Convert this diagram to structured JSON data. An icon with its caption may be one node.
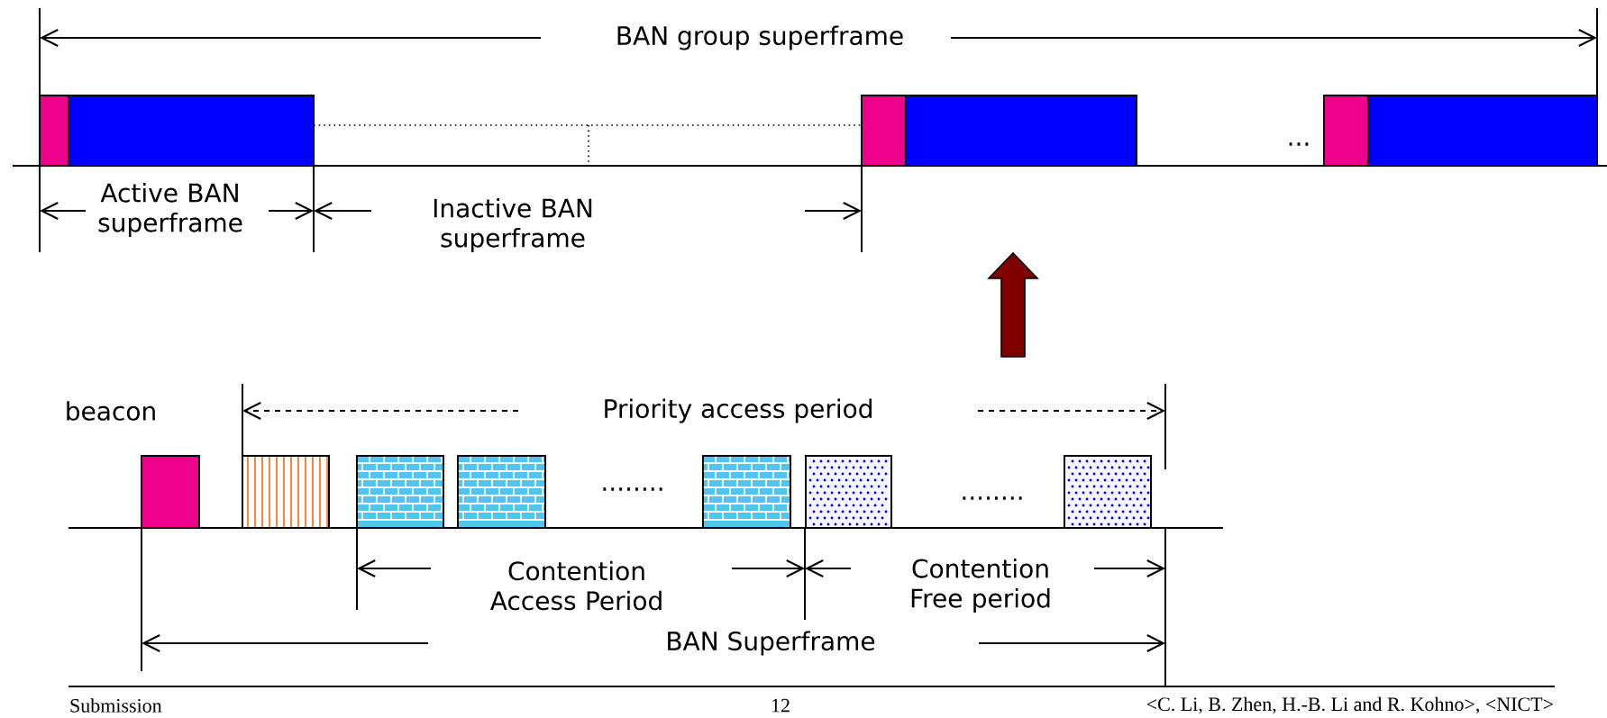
{
  "diagram": {
    "labels": [
      "BAN group superframe",
      "...",
      "Active BAN superframe",
      "Inactive BAN superframe",
      "beacon",
      "Priority access period",
      "........",
      "........",
      "Contention Access Period",
      "Contention Free period",
      "BAN Superframe",
      "Submission",
      "12",
      "<C. Li, B. Zhen, H.-B. Li and R. Kohno>, <NICT>"
    ]
  }
}
